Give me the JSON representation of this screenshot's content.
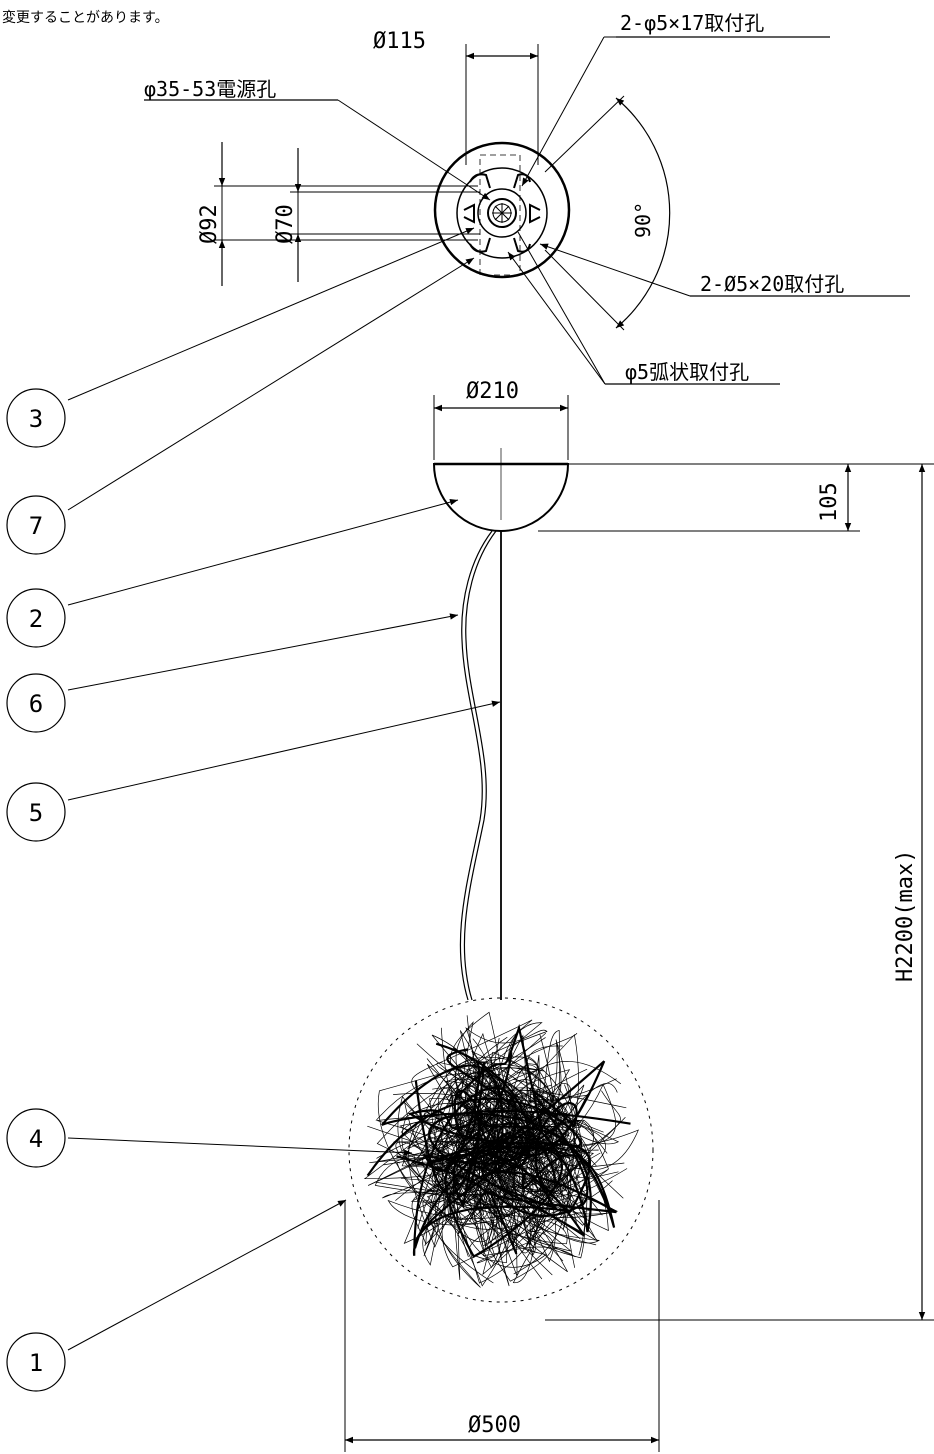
{
  "note": "変更することがあります。",
  "dims": {
    "top_width": "Ø115",
    "cable_hole": "φ35-53電源孔",
    "mount_17": "2-φ5×17取付孔",
    "mount_20": "2-Ø5×20取付孔",
    "arc_hole": "φ5弧状取付孔",
    "angle": "90°",
    "d92": "Ø92",
    "d70": "Ø70",
    "canopy_width": "Ø210",
    "canopy_height": "105",
    "total_height": "H2200(max)",
    "globe_width": "Ø500"
  },
  "parts": [
    "1",
    "2",
    "3",
    "4",
    "5",
    "6",
    "7"
  ]
}
